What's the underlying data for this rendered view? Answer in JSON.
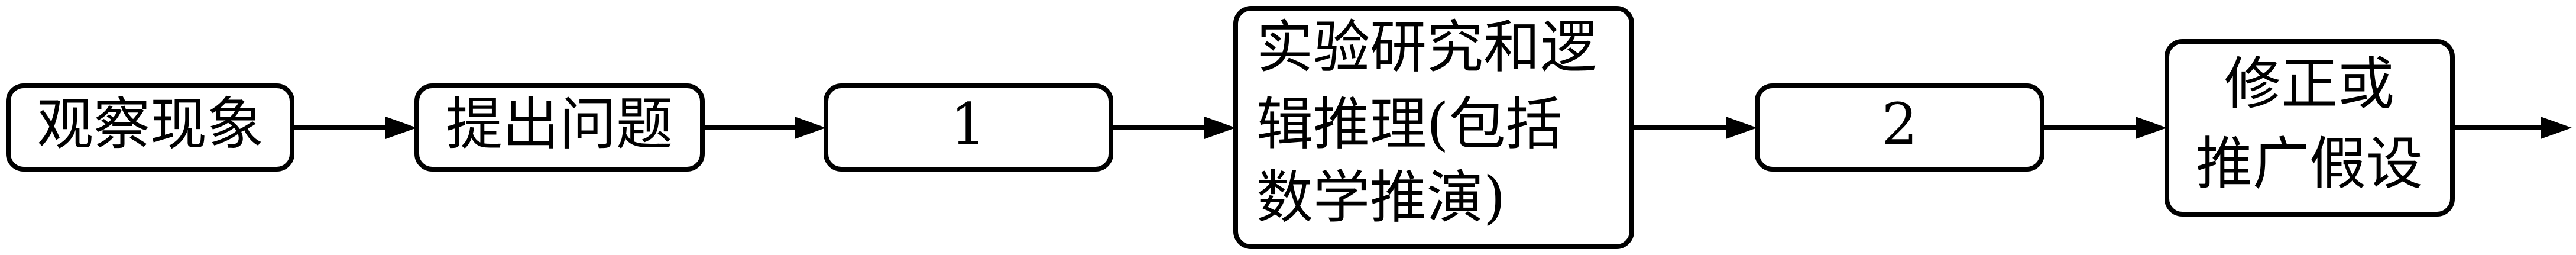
{
  "boxes": {
    "observe": "观察现象",
    "question": "提出问题",
    "step1": "1",
    "research": [
      "实验研究和逻",
      "辑推理(包括",
      "数学推演)"
    ],
    "step2": "2",
    "revise": [
      "修正或",
      "推广假设"
    ]
  }
}
